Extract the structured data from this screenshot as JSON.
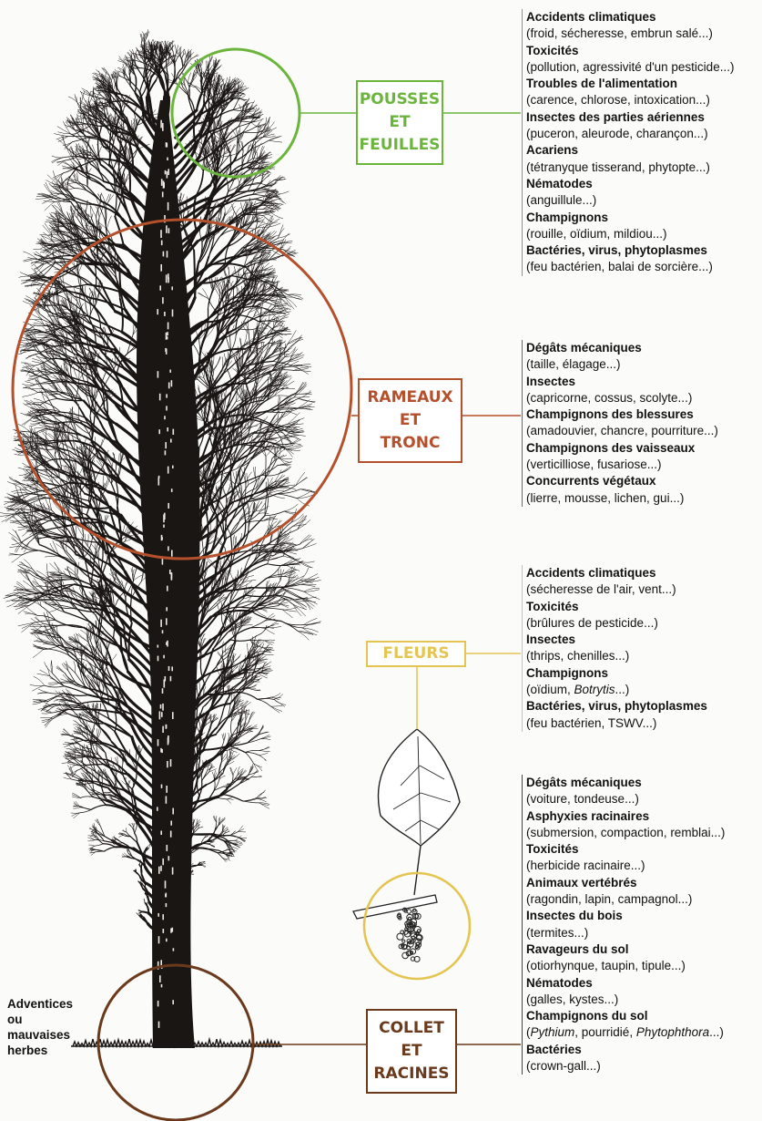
{
  "colors": {
    "shoots": "#6cb53c",
    "branches": "#b5502d",
    "flowers": "#e4c552",
    "roots": "#6b3a1c",
    "tree": "#1a1614"
  },
  "zones": {
    "shoots": {
      "label": [
        "POUSSES",
        "ET",
        "FEUILLES"
      ],
      "items": [
        {
          "h": "Accidents climatiques",
          "d": "(froid, sécheresse, embrun salé...)"
        },
        {
          "h": "Toxicités",
          "d": "(pollution, agressivité d'un pesticide...)"
        },
        {
          "h": "Troubles de l'alimentation",
          "d": "(carence, chlorose, intoxication...)"
        },
        {
          "h": "Insectes des parties aériennes",
          "d": "(puceron, aleurode, charançon...)"
        },
        {
          "h": "Acariens",
          "d": "(tétranyque tisserand, phytopte...)"
        },
        {
          "h": "Nématodes",
          "d": "(anguillule...)"
        },
        {
          "h": "Champignons",
          "d": "(rouille, oïdium, mildiou...)"
        },
        {
          "h": "Bactéries, virus, phytoplasmes",
          "d": "(feu bactérien, balai de sorcière...)"
        }
      ]
    },
    "branches": {
      "label": [
        "RAMEAUX",
        "ET",
        "TRONC"
      ],
      "items": [
        {
          "h": "Dégâts mécaniques",
          "d": "(taille, élagage...)"
        },
        {
          "h": "Insectes",
          "d": "(capricorne, cossus, scolyte...)"
        },
        {
          "h": "Champignons des blessures",
          "d": "(amadouvier, chancre, pourriture...)"
        },
        {
          "h": "Champignons des vaisseaux",
          "d": "(verticilliose, fusariose...)"
        },
        {
          "h": "Concurrents végétaux",
          "d": "(lierre, mousse, lichen, gui...)"
        }
      ]
    },
    "flowers": {
      "label": [
        "FLEURS"
      ],
      "items": [
        {
          "h": "Accidents climatiques",
          "d": "(sécheresse de l'air, vent...)"
        },
        {
          "h": "Toxicités",
          "d": "(brûlures de pesticide...)"
        },
        {
          "h": "Insectes",
          "d": "(thrips, chenilles...)"
        },
        {
          "h": "Champignons",
          "d": "(oïdium, |Botrytis|...)"
        },
        {
          "h": "Bactéries, virus, phytoplasmes",
          "d": "(feu bactérien, TSWV...)"
        }
      ]
    },
    "roots": {
      "label": [
        "COLLET",
        "ET",
        "RACINES"
      ],
      "items": [
        {
          "h": "Dégâts mécaniques",
          "d": "(voiture, tondeuse...)"
        },
        {
          "h": "Asphyxies racinaires",
          "d": "(submersion, compaction, remblai...)"
        },
        {
          "h": "Toxicités",
          "d": "(herbicide racinaire...)"
        },
        {
          "h": "Animaux vertébrés",
          "d": "(ragondin, lapin, campagnol...)"
        },
        {
          "h": "Insectes du bois",
          "d": "(termites...)"
        },
        {
          "h": "Ravageurs du sol",
          "d": "(otiorhynque, taupin, tipule...)"
        },
        {
          "h": "Nématodes",
          "d": "(galles, kystes...)"
        },
        {
          "h": "Champignons du sol",
          "d": "(|Pythium|, pourridié, |Phytophthora|...)"
        },
        {
          "h": "Bactéries",
          "d": "(crown-gall...)"
        }
      ]
    }
  },
  "weeds_label": [
    "Adventices",
    "ou",
    "mauvaises",
    "herbes"
  ]
}
